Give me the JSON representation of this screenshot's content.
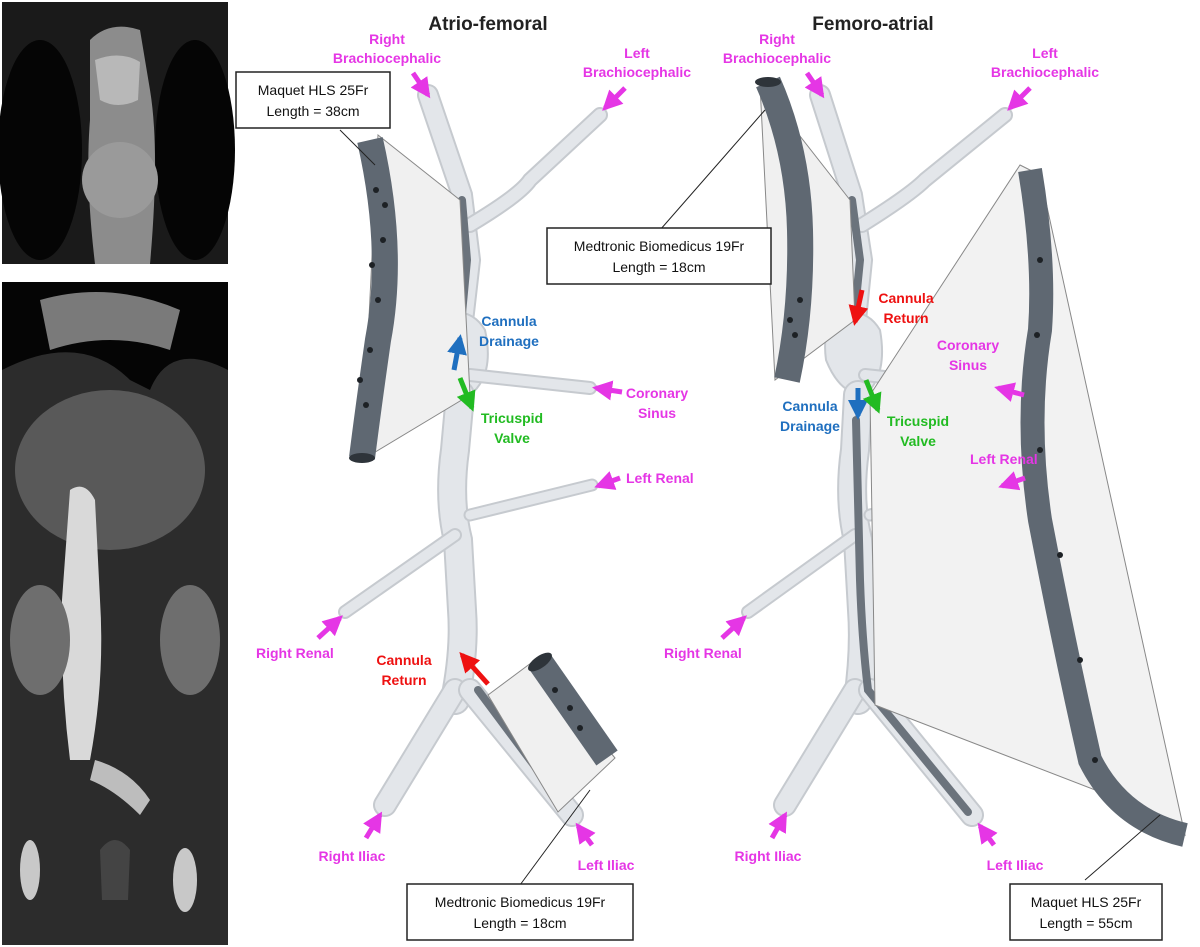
{
  "panels": {
    "left": {
      "title": "Atrio-femoral",
      "labels": {
        "right_brachiocephalic": [
          "Right",
          "Brachiocephalic"
        ],
        "left_brachiocephalic": [
          "Left",
          "Brachiocephalic"
        ],
        "cannula_drainage": [
          "Cannula",
          "Drainage"
        ],
        "coronary_sinus": [
          "Coronary",
          "Sinus"
        ],
        "tricuspid_valve": [
          "Tricuspid",
          "Valve"
        ],
        "left_renal": "Left Renal",
        "right_renal": "Right Renal",
        "cannula_return": [
          "Cannula",
          "Return"
        ],
        "right_iliac": "Right Iliac",
        "left_iliac": "Left Iliac"
      },
      "boxes": {
        "drainage_cannula": [
          "Maquet HLS 25Fr",
          "Length = 38cm"
        ],
        "return_cannula": [
          "Medtronic Biomedicus 19Fr",
          "Length = 18cm"
        ]
      }
    },
    "right": {
      "title": "Femoro-atrial",
      "labels": {
        "right_brachiocephalic": [
          "Right",
          "Brachiocephalic"
        ],
        "left_brachiocephalic": [
          "Left",
          "Brachiocephalic"
        ],
        "cannula_return": [
          "Cannula",
          "Return"
        ],
        "coronary_sinus": [
          "Coronary",
          "Sinus"
        ],
        "cannula_drainage": [
          "Cannula",
          "Drainage"
        ],
        "tricuspid_valve": [
          "Tricuspid",
          "Valve"
        ],
        "left_renal": "Left Renal",
        "right_renal": "Right Renal",
        "right_iliac": "Right Iliac",
        "left_iliac": "Left Iliac"
      },
      "boxes": {
        "return_cannula": [
          "Medtronic Biomedicus 19Fr",
          "Length = 18cm"
        ],
        "drainage_cannula": [
          "Maquet HLS 25Fr",
          "Length = 55cm"
        ]
      }
    }
  },
  "colors": {
    "vessel_label": "#e536e5",
    "drainage": "#1f6fbf",
    "valve": "#22bb22",
    "return": "#ee1111",
    "vessel_fill": "#dfe2e6",
    "cannula_fill": "#5f6872"
  }
}
